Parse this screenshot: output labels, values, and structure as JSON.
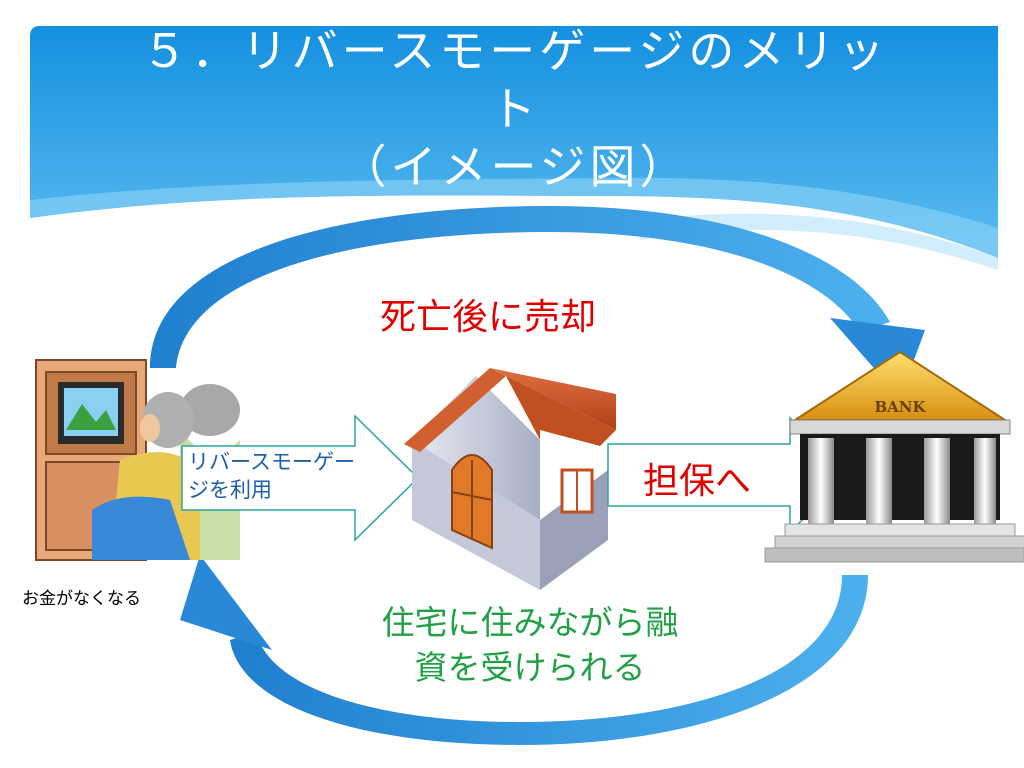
{
  "title": {
    "line1": "５．リバースモーゲージのメリッ",
    "line2": "ト",
    "line3": "（イメージ図）"
  },
  "labels": {
    "sold_after_death": "死亡後に売却",
    "to_collateral": "担保へ",
    "use_reverse_mortgage": "リバースモーゲージを利用",
    "caption_no_money": "お金がなくなる",
    "benefit": "住宅に住みながら融資を受けられる",
    "bank_sign": "BANK"
  },
  "colors": {
    "header_blue": "#1d9be6",
    "header_light": "#6cc3f2",
    "arc_blue": "#2f8fd6",
    "arrow_outline": "#2aa3a0",
    "red_text": "#e00000",
    "green_text": "#22a045",
    "bank_gold": "#e8b020"
  },
  "icons": {
    "elderly_couple": "elderly-couple-tv-icon",
    "house": "house-icon",
    "bank": "bank-building-icon"
  }
}
